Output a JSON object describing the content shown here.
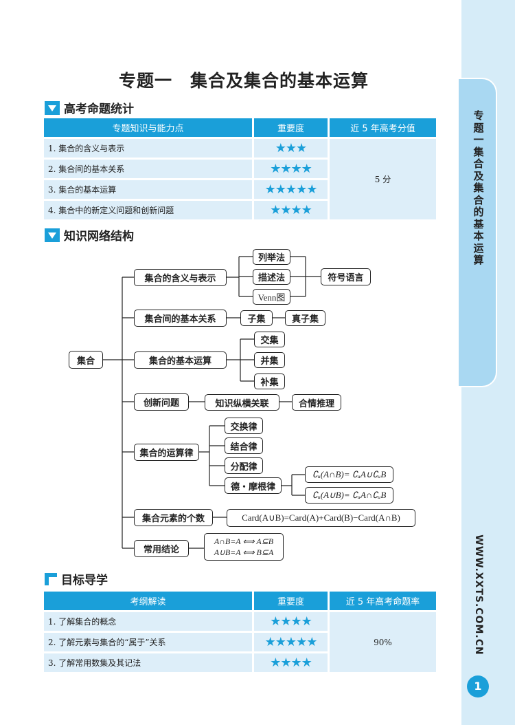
{
  "title": "专题一　集合及集合的基本运算",
  "side": {
    "tab": "专题一 集合及集合的基本运算",
    "url": "WWW.XXTS.COM.CN",
    "page": "1"
  },
  "sec1": {
    "heading": "高考命题统计",
    "headers": [
      "专题知识与能力点",
      "重要度",
      "近 5 年高考分值"
    ],
    "rows": [
      {
        "item": "1. 集合的含义与表示",
        "stars": "★★★"
      },
      {
        "item": "2. 集合间的基本关系",
        "stars": "★★★★"
      },
      {
        "item": "3. 集合的基本运算",
        "stars": "★★★★★"
      },
      {
        "item": "4. 集合中的新定义问题和创新问题",
        "stars": "★★★★"
      }
    ],
    "value": "5 分"
  },
  "sec2": {
    "heading": "知识网络结构",
    "nodes": {
      "root": "集合",
      "n1": "集合的含义与表示",
      "n2": "集合间的基本关系",
      "n3": "集合的基本运算",
      "n4": "创新问题",
      "n5": "集合的运算律",
      "n6": "集合元素的个数",
      "n7": "常用结论",
      "a1": "列举法",
      "a2": "描述法",
      "a3": "Venn图",
      "a4": "符号语言",
      "b1": "子集",
      "b2": "真子集",
      "c1": "交集",
      "c2": "并集",
      "c3": "补集",
      "d1": "知识纵横关联",
      "d2": "合情推理",
      "e1": "交换律",
      "e2": "结合律",
      "e3": "分配律",
      "e4": "德・摩根律",
      "e5": "∁ᵤ(A∩B)= ∁ᵤA∪∁ᵤB",
      "e6": "∁ᵤ(A∪B)= ∁ᵤA∩∁ᵤB",
      "f1": "Card(A∪B)=Card(A)+Card(B)−Card(A∩B)",
      "g1": "A∩B=A ⟺ A⊆B",
      "g2": "A∪B=A ⟺ B⊆A"
    }
  },
  "sec3": {
    "heading": "目标导学",
    "headers": [
      "考纲解读",
      "重要度",
      "近 5 年高考命题率"
    ],
    "rows": [
      {
        "item": "1. 了解集合的概念",
        "stars": "★★★★"
      },
      {
        "item": "2. 了解元素与集合的“属于”关系",
        "stars": "★★★★★"
      },
      {
        "item": "3. 了解常用数集及其记法",
        "stars": "★★★★"
      }
    ],
    "value": "90%"
  }
}
